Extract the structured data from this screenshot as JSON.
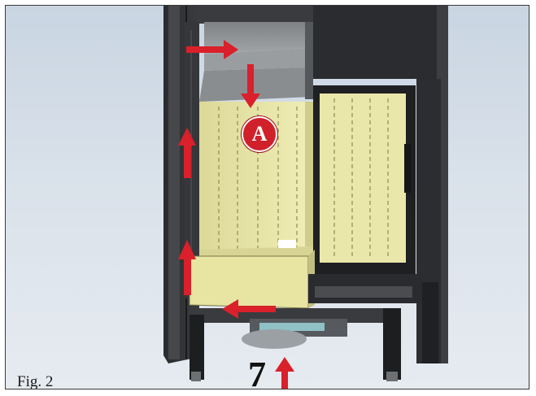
{
  "figure": {
    "caption": "Fig. 2",
    "callout_number": "7",
    "marker_letter": "A"
  },
  "colors": {
    "background_top": "#c9d5e2",
    "background_bottom": "#e6ebf0",
    "stove_body": "#2e2f31",
    "stove_dark": "#1c1d1f",
    "firebox_lining": "#e9e6a6",
    "baffle_gray": "#8c8f92",
    "arrow_red": "#d9202b"
  },
  "arrows": [
    {
      "id": "top-intake",
      "direction": "right"
    },
    {
      "id": "down-to-a",
      "direction": "down"
    },
    {
      "id": "side-up-upper",
      "direction": "up"
    },
    {
      "id": "side-up-lower",
      "direction": "up"
    },
    {
      "id": "bottom-left",
      "direction": "left"
    },
    {
      "id": "bottom-up",
      "direction": "up"
    }
  ]
}
